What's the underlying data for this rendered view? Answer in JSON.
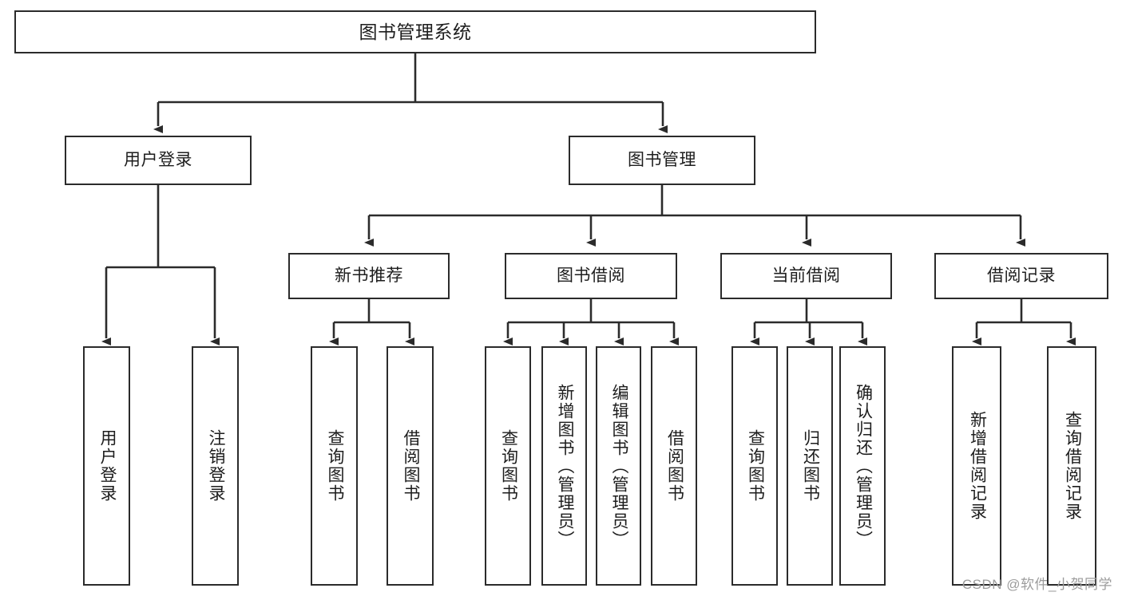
{
  "diagram": {
    "title": "图书管理系统",
    "watermark": "CSDN @软件_小贺同学",
    "root": {
      "label": "图书管理系统"
    },
    "level2": [
      {
        "label": "用户登录"
      },
      {
        "label": "图书管理"
      }
    ],
    "level3": [
      {
        "label": "新书推荐"
      },
      {
        "label": "图书借阅"
      },
      {
        "label": "当前借阅"
      },
      {
        "label": "借阅记录"
      }
    ],
    "leaves": {
      "user_login": [
        {
          "label": "用户登录"
        },
        {
          "label": "注销登录"
        }
      ],
      "new_book": [
        {
          "label": "查询图书"
        },
        {
          "label": "借阅图书"
        }
      ],
      "book_borrow": [
        {
          "label": "查询图书"
        },
        {
          "label": "新增图书（管理员）"
        },
        {
          "label": "编辑图书（管理员）"
        },
        {
          "label": "借阅图书"
        }
      ],
      "current_borrow": [
        {
          "label": "查询图书"
        },
        {
          "label": "归还图书"
        },
        {
          "label": "确认归还（管理员）"
        }
      ],
      "borrow_record": [
        {
          "label": "新增借阅记录"
        },
        {
          "label": "查询借阅记录"
        }
      ]
    },
    "colors": {
      "stroke": "#2b2b2b",
      "fill": "#ffffff",
      "text": "#1d1d1d",
      "watermark": "#9c9c9c"
    }
  }
}
